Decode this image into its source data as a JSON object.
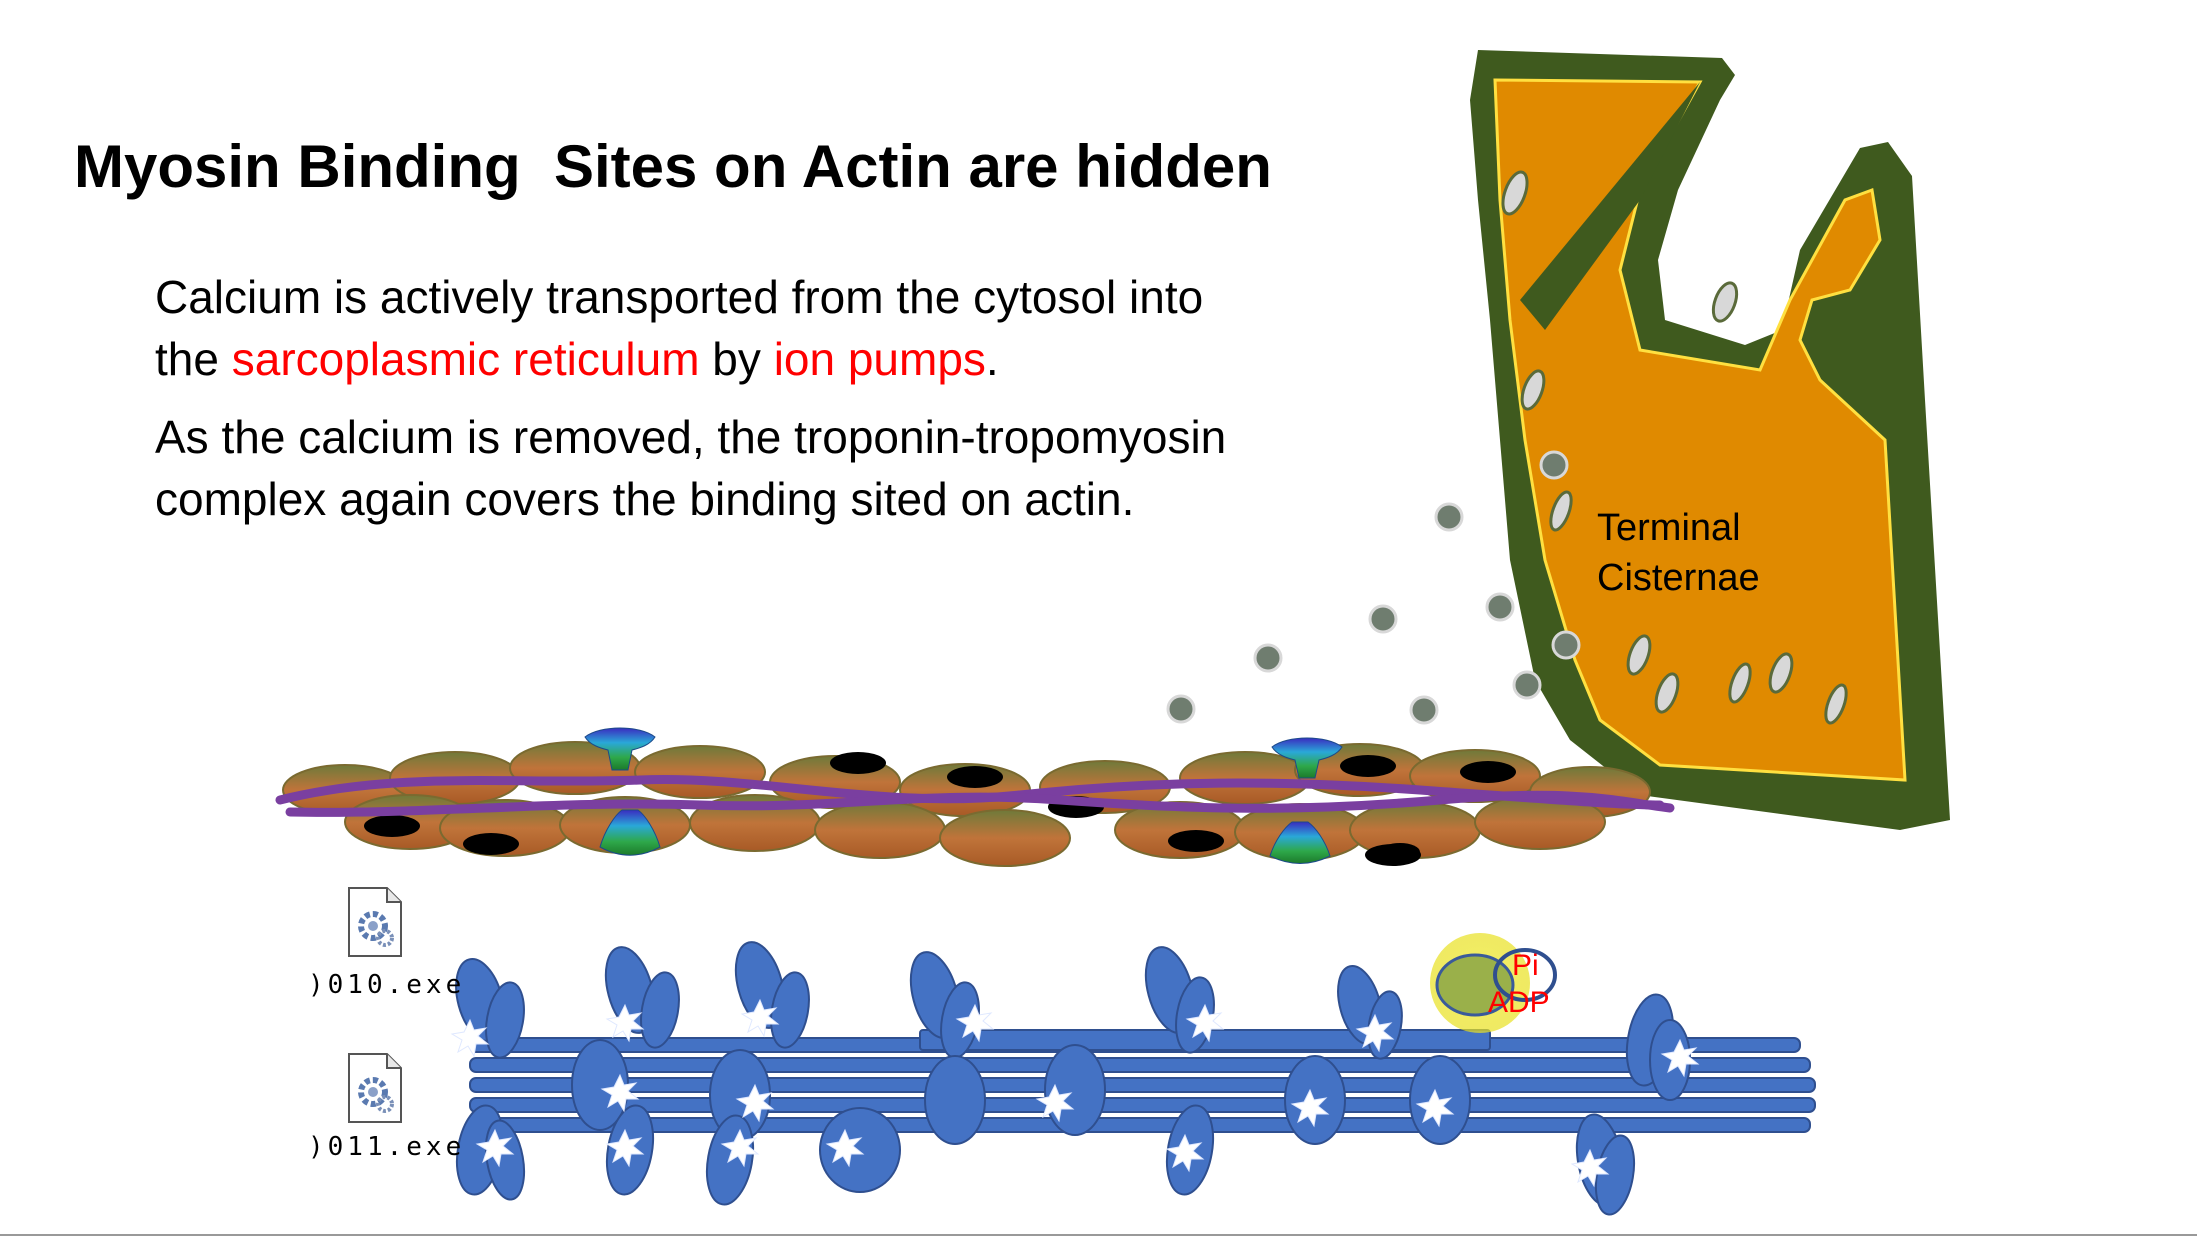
{
  "slide": {
    "title": "Myosin Binding  Sites on Actin are hidden",
    "paragraph1": {
      "line1": "Calcium is actively transported from the cytosol into",
      "line2_prefix": "the ",
      "line2_red1": "sarcoplasmic reticulum",
      "line2_mid": " by ",
      "line2_red2": "ion pumps",
      "line2_suffix": "."
    },
    "paragraph2": {
      "line1": "As the calcium is removed, the troponin-tropomyosin",
      "line2": "complex again covers the binding sited on actin."
    }
  },
  "diagram": {
    "sr_label_line1": "Terminal",
    "sr_label_line2": "Cisternae",
    "pi_label": "Pi",
    "adp_label": "ADP"
  },
  "files": [
    {
      "label": ")010.exe",
      "icon": "executable-file-icon"
    },
    {
      "label": ")011.exe",
      "icon": "executable-file-icon"
    }
  ],
  "colors": {
    "sr_fill": "#e08a00",
    "sr_border": "#3f5a1e",
    "actin_bead": "#b06a2e",
    "tropomyosin": "#7a3fa0",
    "myosin": "#4472c4",
    "calcium_ion": "#6f7d6f",
    "highlight_red": "#ff0000"
  }
}
